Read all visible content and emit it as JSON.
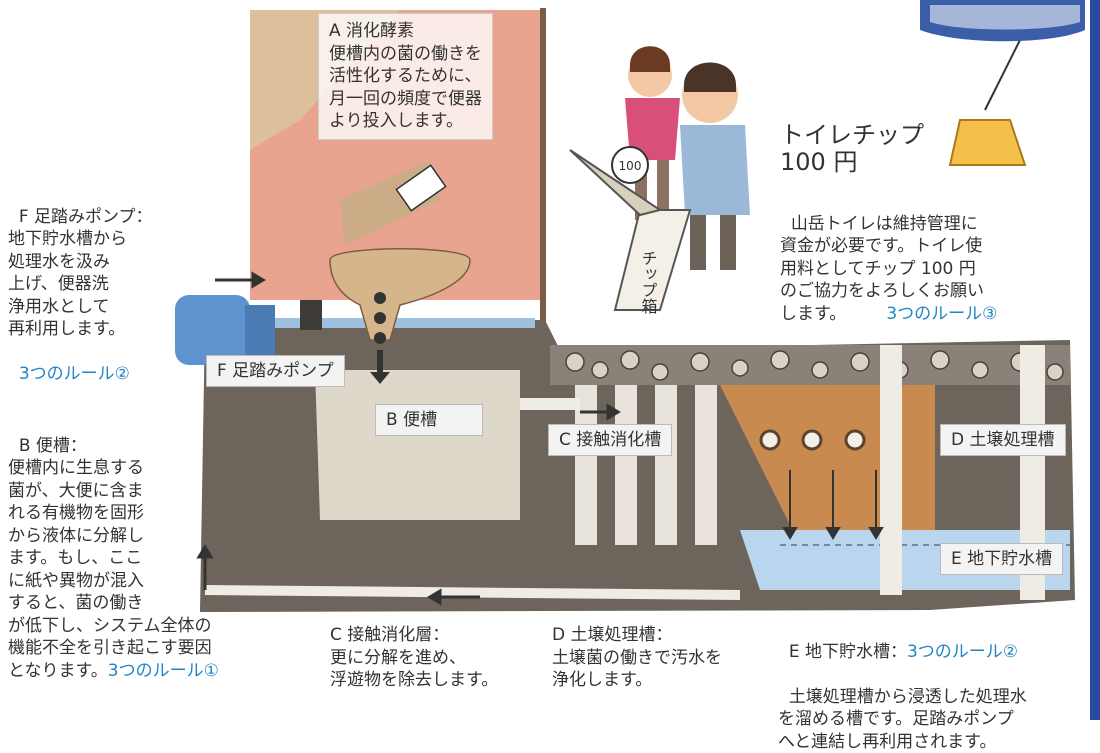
{
  "labels": {
    "a": "A 消化酵素\n便槽内の菌の働きを\n活性化するために、\n月一回の頻度で便器\nより投入します。",
    "f_pump": "F 足踏みポンプ",
    "b_tank": "B 便槽",
    "c_tank": "C 接触消化槽",
    "d_tank": "D 土壌処理槽",
    "e_tank": "E 地下貯水槽"
  },
  "descriptions": {
    "f_text": "F 足踏みポンプ：\n地下貯水槽から\n処理水を汲み\n上げ、便器洗\n浄用水として\n再利用します。",
    "f_rule": "3つのルール②",
    "b_text": "B 便槽：\n便槽内に生息する\n菌が、大便に含ま\nれる有機物を固形\nから液体に分解し\nます。もし、ここ\nに紙や異物が混入\nすると、菌の働き\nが低下し、システム全体の\n機能不全を引き起こす要因\nとなります。",
    "b_rule": "3つのルール①",
    "c_text": "C 接触消化層：\n更に分解を進め、\n浮遊物を除去します。",
    "d_text": "D 土壌処理槽：\n土壌菌の働きで汚水を\n浄化します。",
    "e_head": "E 地下貯水槽：",
    "e_rule": "3つのルール②",
    "e_text": "土壌処理槽から浸透した処理水\nを溜める槽です。足踏みポンプ\nへと連結し再利用されます。"
  },
  "tip": {
    "title": "トイレチップ\n100 円",
    "text": "山岳トイレは維持管理に\n資金が必要です。トイレ使\n用料としてチップ 100 円\nのご協力をよろしくお願い\nします。",
    "rule": "3つのルール③",
    "coin_label": "100",
    "box_label": "チップ箱"
  },
  "colors": {
    "rule_blue": "#1f86c6",
    "frame_blue": "#2a4aa0",
    "wall_pink": "#e8a48e",
    "soil_brown": "#c88a4e",
    "water_blue": "#b9d6ee"
  }
}
